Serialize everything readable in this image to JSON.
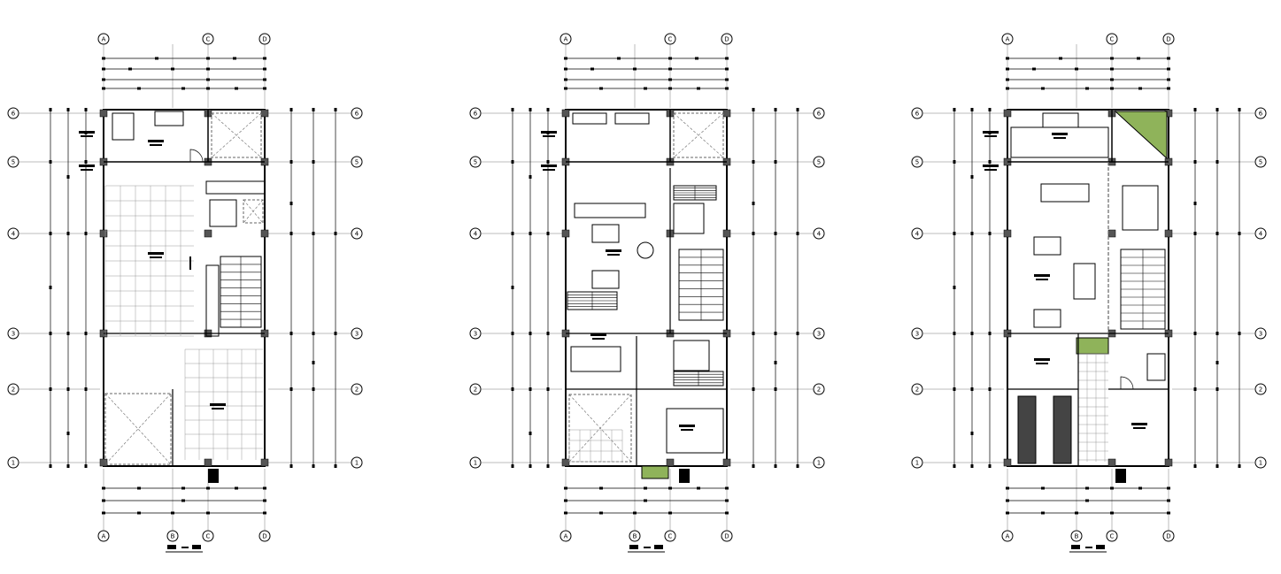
{
  "colors": {
    "line": "#000000",
    "grid": "#555555",
    "dash": "#666666",
    "green": "#8fb35a",
    "dark_tile": "#444444",
    "tile": "#cccccc",
    "paper": "#ffffff"
  },
  "axes": {
    "columns": [
      "A",
      "B",
      "C",
      "D"
    ],
    "columns_top": [
      "A",
      "C",
      "D"
    ],
    "rows": [
      "1",
      "2",
      "3",
      "4",
      "5",
      "6"
    ]
  },
  "plans": [
    {
      "name": "plan-1",
      "title": "",
      "has_stair": true
    },
    {
      "name": "plan-2",
      "title": "",
      "has_stair": true
    },
    {
      "name": "plan-3",
      "title": "",
      "has_stair": true
    }
  ]
}
